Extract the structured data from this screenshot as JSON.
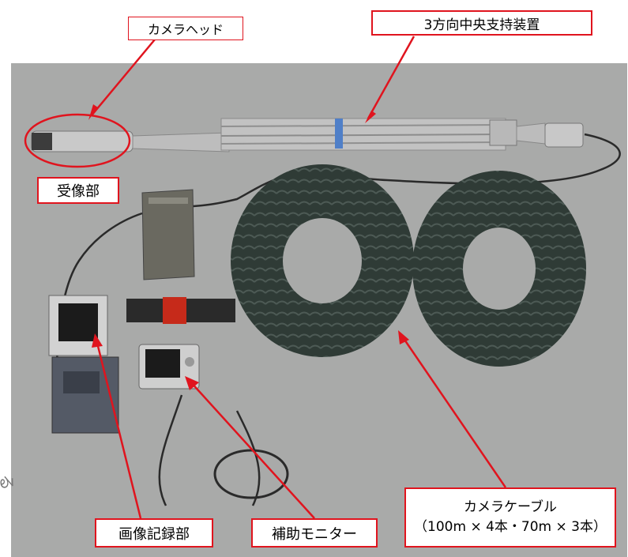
{
  "labels": {
    "camera_head": "カメラヘッド",
    "support_device": "3方向中央支持装置",
    "receiver": "受像部",
    "recorder": "画像記録部",
    "aux_monitor": "補助モニター",
    "cable_title": "カメラケーブル",
    "cable_spec": "（100m × 4本・70m × 3本）"
  },
  "edge_text": "る",
  "colors": {
    "annotation": "#e0141e",
    "background": "#ffffff",
    "floor": "#a9aaa9",
    "cable": "#2f3b36"
  }
}
